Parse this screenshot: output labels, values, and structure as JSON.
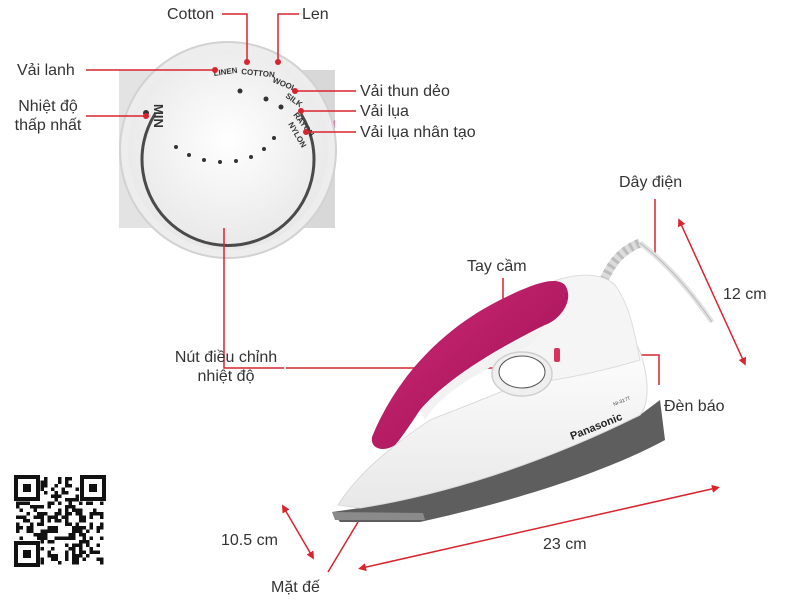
{
  "labels": {
    "cotton": "Cotton",
    "len": "Len",
    "vai_lanh": "Vải lanh",
    "nhiet_do_line1": "Nhiệt độ",
    "nhiet_do_line2": "thấp nhất",
    "vai_thun_deo": "Vải thun dẻo",
    "vai_lua": "Vải lụa",
    "vai_lua_nhan_tao": "Vải lụa nhân tạo",
    "day_dien": "Dây điện",
    "tay_cam": "Tay cầm",
    "nut_line1": "Nút điều chỉnh",
    "nut_line2": "nhiệt độ",
    "den_bao": "Đèn báo",
    "mat_de": "Mặt đế"
  },
  "dimensions": {
    "height": "12 cm",
    "width": "10.5 cm",
    "length": "23 cm"
  },
  "dial_text": {
    "min": "MIN",
    "linen": "LINEN",
    "cotton": "COTTON",
    "wool": "WOOL",
    "silk": "SILK",
    "rayon": "RAYON",
    "nylon": "NYLON"
  },
  "brand": {
    "name": "Panasonic",
    "model": "NI-317T"
  },
  "colors": {
    "accent_red": "#d9232e",
    "handle_pink": "#b5135f",
    "body_white": "#f4f4f4",
    "soleplate_gray": "#6e6e6e"
  }
}
